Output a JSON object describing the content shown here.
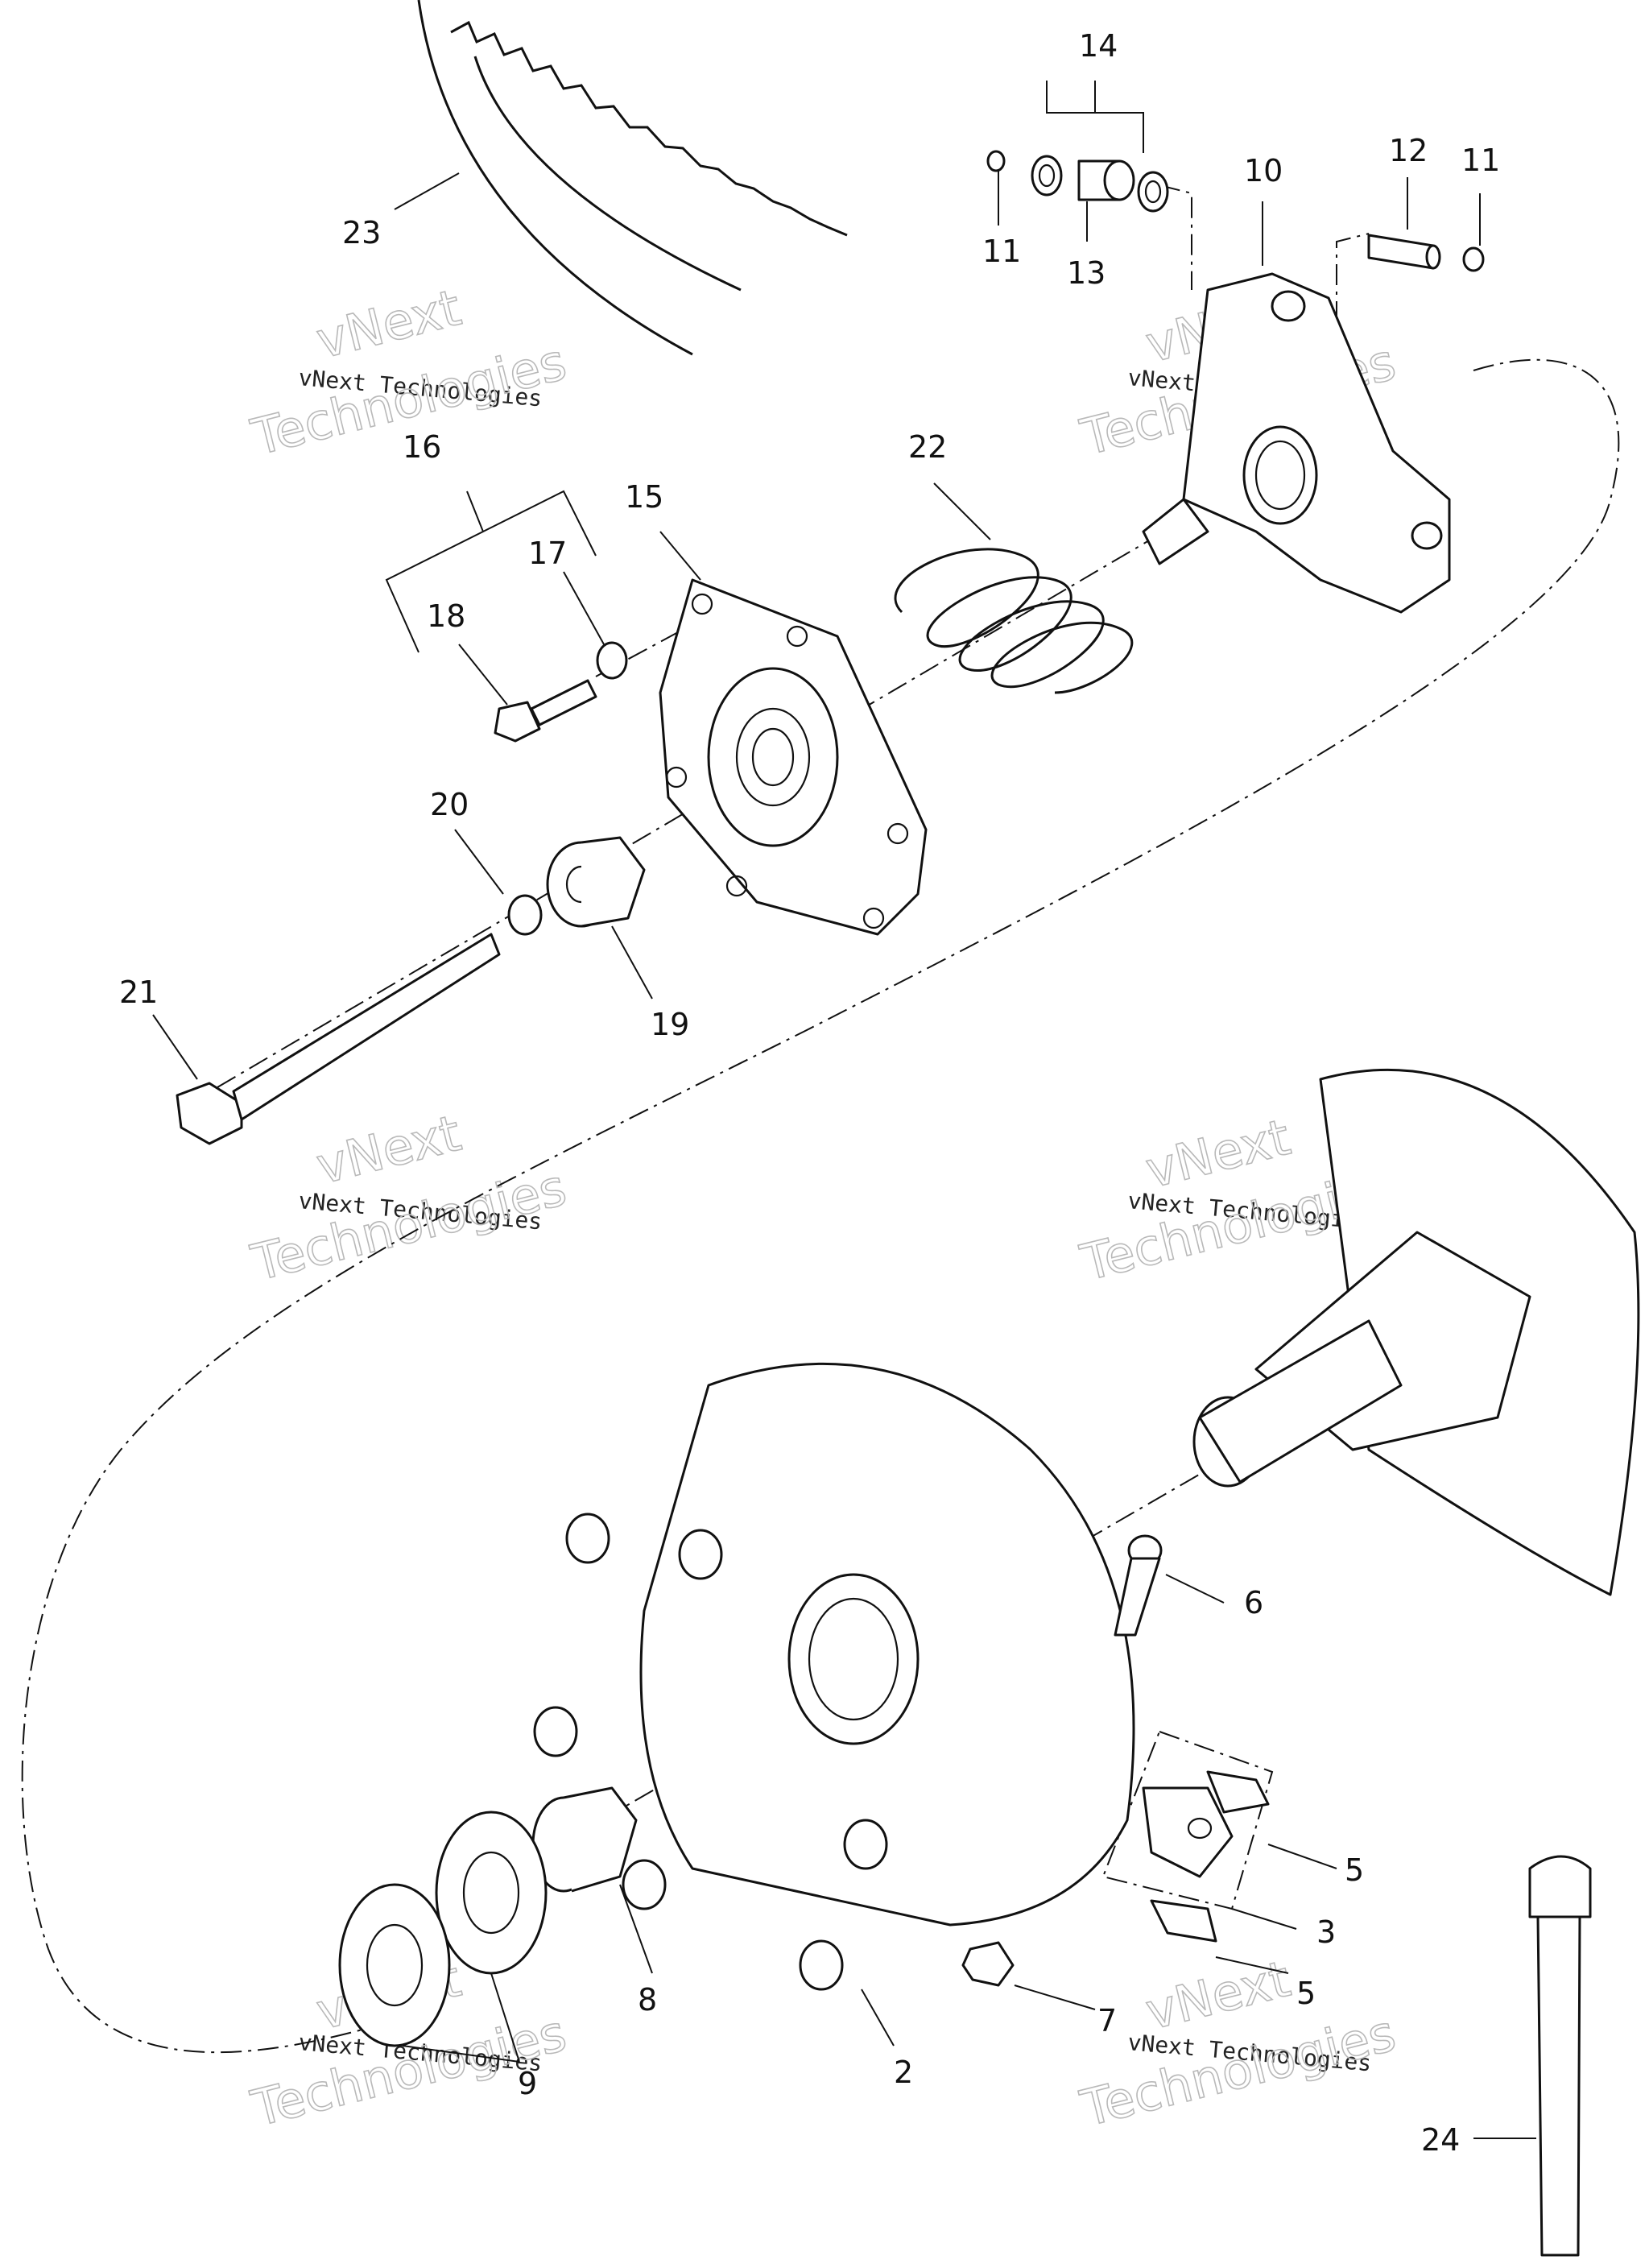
{
  "watermark": {
    "small_text": "vNext Technologies",
    "big_line1": "vNext",
    "big_line2": "Technologies"
  },
  "callouts": [
    {
      "id": "23",
      "label": "23"
    },
    {
      "id": "14",
      "label": "14"
    },
    {
      "id": "11a",
      "label": "11"
    },
    {
      "id": "13",
      "label": "13"
    },
    {
      "id": "10",
      "label": "10"
    },
    {
      "id": "12",
      "label": "12"
    },
    {
      "id": "11b",
      "label": "11"
    },
    {
      "id": "16",
      "label": "16"
    },
    {
      "id": "15",
      "label": "15"
    },
    {
      "id": "22",
      "label": "22"
    },
    {
      "id": "17",
      "label": "17"
    },
    {
      "id": "18",
      "label": "18"
    },
    {
      "id": "20",
      "label": "20"
    },
    {
      "id": "19",
      "label": "19"
    },
    {
      "id": "21",
      "label": "21"
    },
    {
      "id": "6",
      "label": "6"
    },
    {
      "id": "5a",
      "label": "5"
    },
    {
      "id": "3",
      "label": "3"
    },
    {
      "id": "5b",
      "label": "5"
    },
    {
      "id": "8",
      "label": "8"
    },
    {
      "id": "7",
      "label": "7"
    },
    {
      "id": "2",
      "label": "2"
    },
    {
      "id": "9",
      "label": "9"
    },
    {
      "id": "24",
      "label": "24"
    }
  ]
}
